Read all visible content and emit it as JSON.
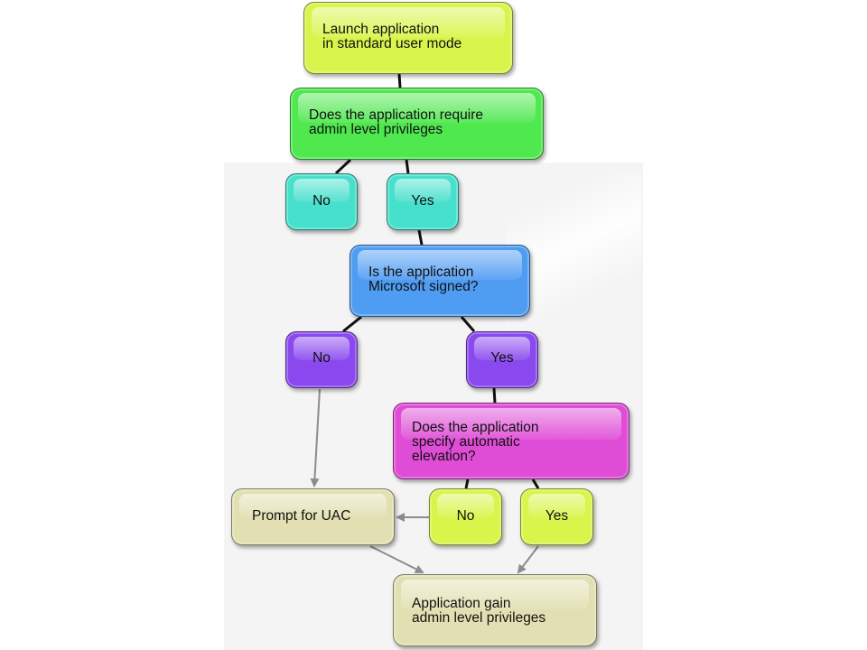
{
  "flowchart": {
    "launch": "Launch application\nin standard user mode",
    "require_admin": "Does the application require\nadmin level privileges",
    "no_1": "No",
    "yes_1": "Yes",
    "ms_signed": "Is the application\nMicrosoft signed?",
    "no_2": "No",
    "yes_2": "Yes",
    "auto_elevation": "Does the application\nspecify automatic\nelevation?",
    "prompt_uac": "Prompt for UAC",
    "no_3": "No",
    "yes_3": "Yes",
    "admin_gained": "Application gain\nadmin level privileges"
  },
  "colors": {
    "launch": "#d9f54c",
    "require_admin": "#4fe84f",
    "answer_1": "#47e0cc",
    "ms_signed": "#4f9cf3",
    "answer_2": "#8a49ee",
    "auto_elevation": "#df4cd6",
    "answer_3": "#d9f54c",
    "result": "#e2e0b2",
    "connector": "#111111",
    "arrow": "#8c8c8c"
  }
}
